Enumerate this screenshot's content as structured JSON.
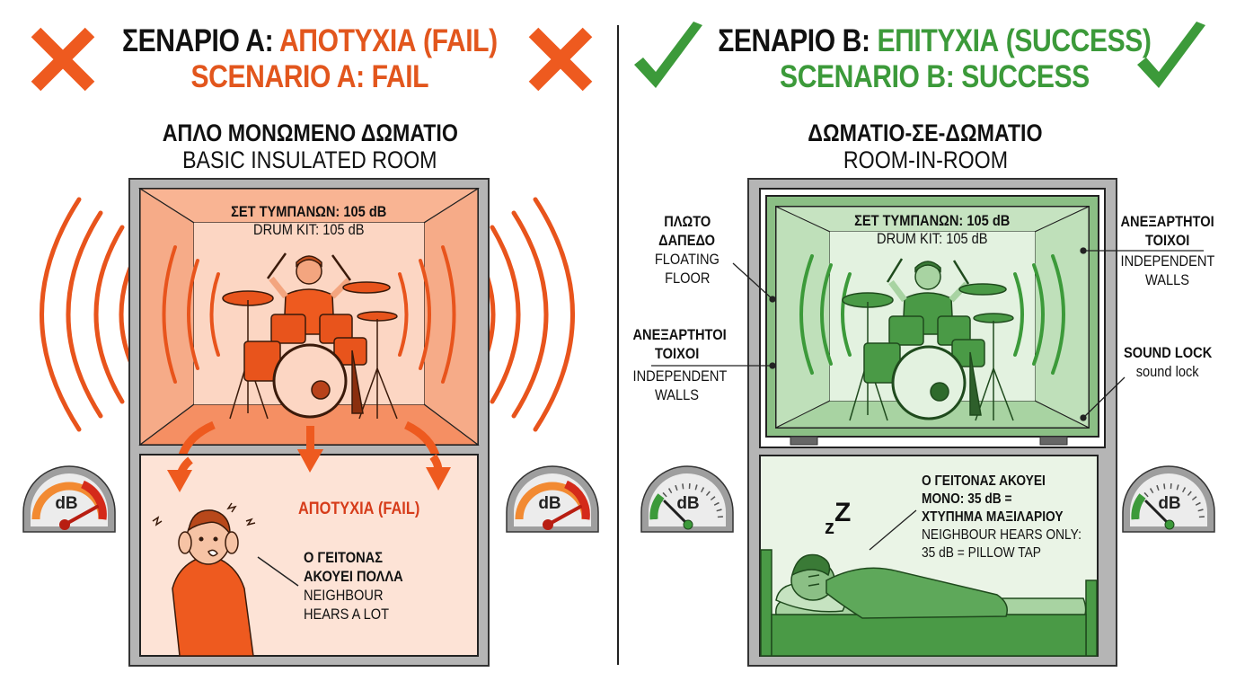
{
  "scenario_a": {
    "title_prefix": "ΣΕΝΑΡΙΟ Α: ",
    "title_status": "ΑΠΟΤΥΧΙΑ (FAIL)",
    "title_en": "SCENARIO A: FAIL",
    "status_icon": "cross-icon",
    "accent_color": "#e2561d",
    "room_title_gr": "ΑΠΛΟ ΜΟΝΩΜΕΝΟ ΔΩΜΑΤΙΟ",
    "room_title_en": "BASIC INSULATED ROOM",
    "drum_label_gr": "ΣΕΤ ΤΥΜΠΑΝΩΝ: 105 dB",
    "drum_label_en": "DRUM KIT: 105 dB",
    "fail_label": "ΑΠΟΤΥΧΙΑ (FAIL)",
    "neighbour_gr_line1": "Ο ΓΕΙΤΟΝΑΣ",
    "neighbour_gr_line2": "ΑΚΟΥΕΙ ΠΟΛΛΑ",
    "neighbour_en_line1": "NEIGHBOUR",
    "neighbour_en_line2": "HEARS A LOT",
    "meter_label": "dB",
    "meter_level": "high"
  },
  "scenario_b": {
    "title_prefix": "ΣΕΝΑΡΙΟ Β: ",
    "title_status": "ΕΠΙΤΥΧΙΑ (SUCCESS)",
    "title_en": "SCENARIO B: SUCCESS",
    "status_icon": "checkmark-icon",
    "accent_color": "#3c9a3a",
    "room_title_gr": "ΔΩΜΑΤΙΟ-ΣΕ-ΔΩΜΑΤΙΟ",
    "room_title_en": "ROOM-IN-ROOM",
    "drum_label_gr": "ΣΕΤ ΤΥΜΠΑΝΩΝ: 105 dB",
    "drum_label_en": "DRUM KIT: 105 dB",
    "callouts": {
      "floating_floor_gr_1": "ΠΛΩΤΟ",
      "floating_floor_gr_2": "ΔΑΠΕΔΟ",
      "floating_floor_en_1": "FLOATING",
      "floating_floor_en_2": "FLOOR",
      "walls_left_gr_1": "ΑΝΕΞΑΡΤΗΤΟΙ",
      "walls_left_gr_2": "ΤΟΙΧΟΙ",
      "walls_left_en_1": "INDEPENDENT",
      "walls_left_en_2": "WALLS",
      "walls_right_gr_1": "ΑΝΕΞΑΡΤΗΤΟΙ",
      "walls_right_gr_2": "ΤΟΙΧΟΙ",
      "walls_right_en_1": "INDEPENDENT",
      "walls_right_en_2": "WALLS",
      "sound_lock_gr": "SOUND LOCK",
      "sound_lock_en": "sound lock"
    },
    "neighbour_gr_line1": "Ο ΓΕΙΤΟΝΑΣ ΑΚΟΥΕΙ",
    "neighbour_gr_line2": "ΜΟΝΟ: 35 dB =",
    "neighbour_gr_line3": "ΧΤΥΠΗΜΑ ΜΑΞΙΛΑΡΙΟΥ",
    "neighbour_en_line1": "NEIGHBOUR HEARS ONLY:",
    "neighbour_en_line2": "35 dB = PILLOW TAP",
    "sleep_label": "zZ",
    "meter_label": "dB",
    "meter_level": "low"
  }
}
